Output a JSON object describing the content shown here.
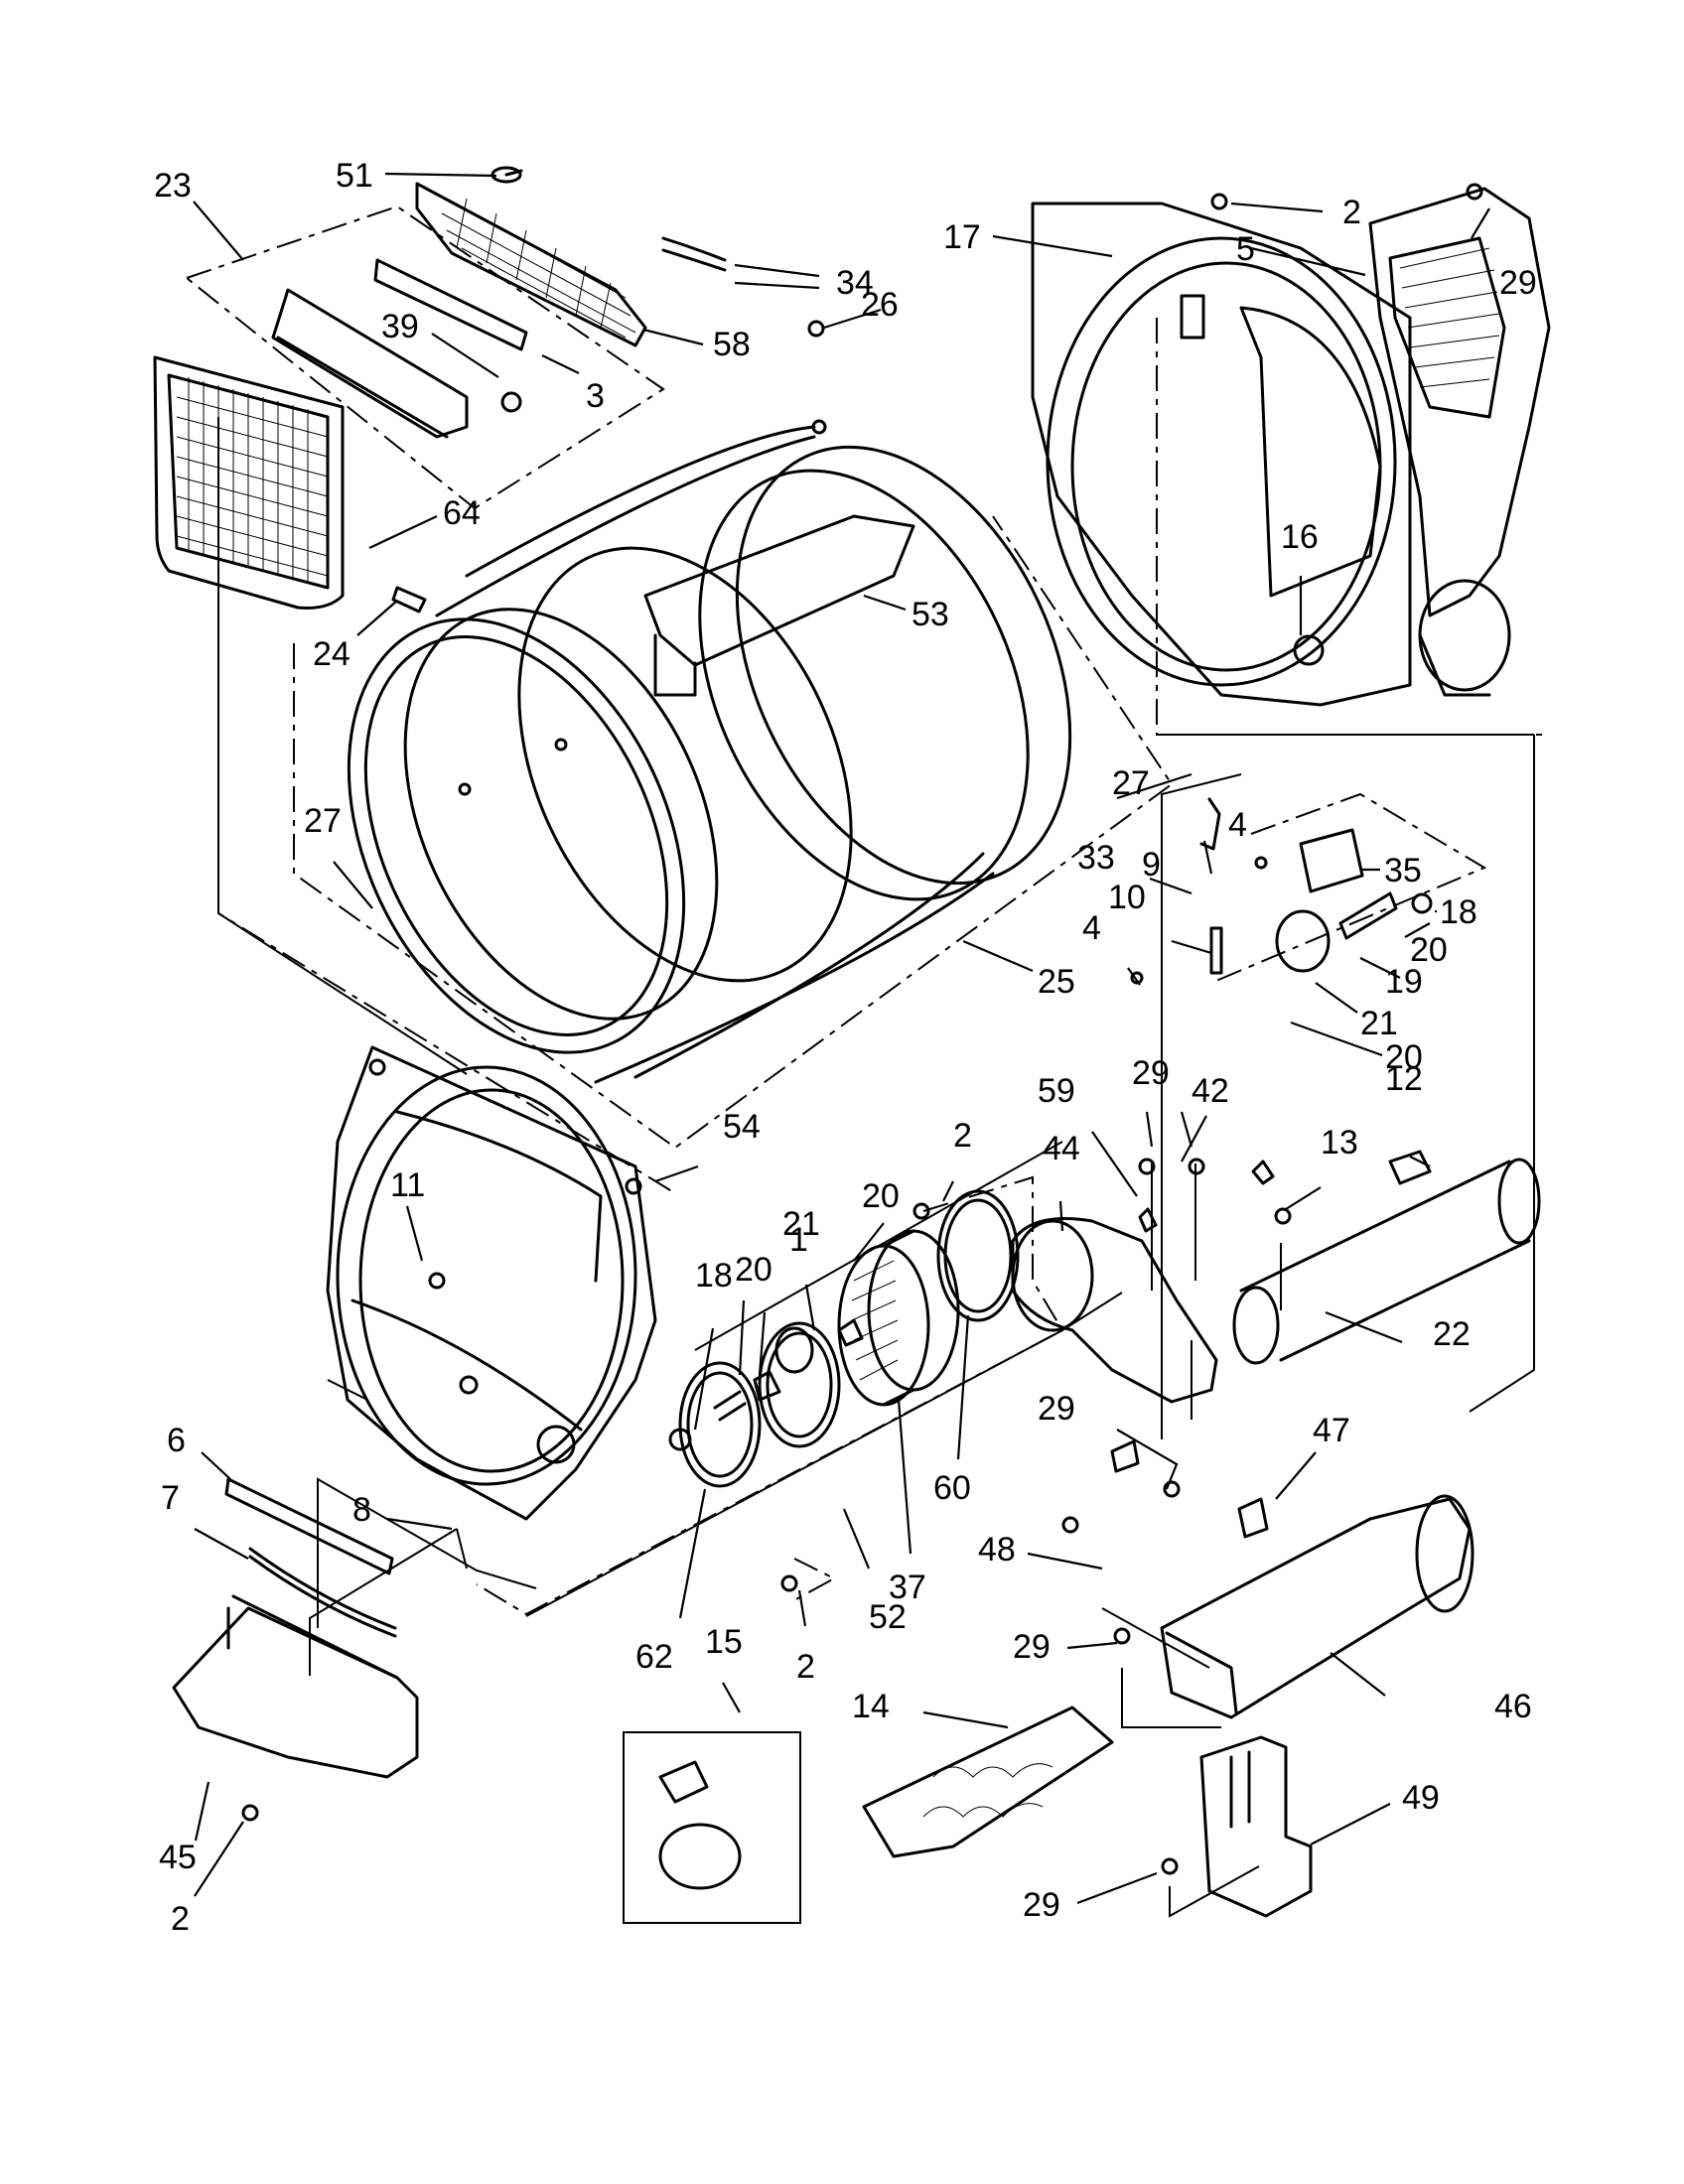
{
  "callouts": {
    "c51": "51",
    "c23": "23",
    "c58": "58",
    "c39": "39",
    "c3": "3",
    "c34": "34",
    "c17": "17",
    "c2a": "2",
    "c5": "5",
    "c29a": "29",
    "c26": "26",
    "c64": "64",
    "c24": "24",
    "c53": "53",
    "c16": "16",
    "c27a": "27",
    "c27b": "27",
    "c33": "33",
    "c4a": "4",
    "c9": "9",
    "c35": "35",
    "c18a": "18",
    "c10": "10",
    "c20a": "20",
    "c4b": "4",
    "c19": "19",
    "c25": "25",
    "c21a": "21",
    "c20b": "20",
    "c29b": "29",
    "c2b": "2",
    "c59": "59",
    "c42": "42",
    "c12": "12",
    "c44": "44",
    "c54": "54",
    "c13": "13",
    "c11": "11",
    "c20c": "20",
    "c21b": "21",
    "c1": "1",
    "c20d": "20",
    "c18b": "18",
    "c22": "22",
    "c6": "6",
    "c29c": "29",
    "c47": "47",
    "c60": "60",
    "c7": "7",
    "c8": "8",
    "c48": "48",
    "c37": "37",
    "c52": "52",
    "c62": "62",
    "c15": "15",
    "c2c": "2",
    "c29d": "29",
    "c46": "46",
    "c14": "14",
    "c49": "49",
    "c45": "45",
    "c29e": "29",
    "c2d": "2"
  }
}
